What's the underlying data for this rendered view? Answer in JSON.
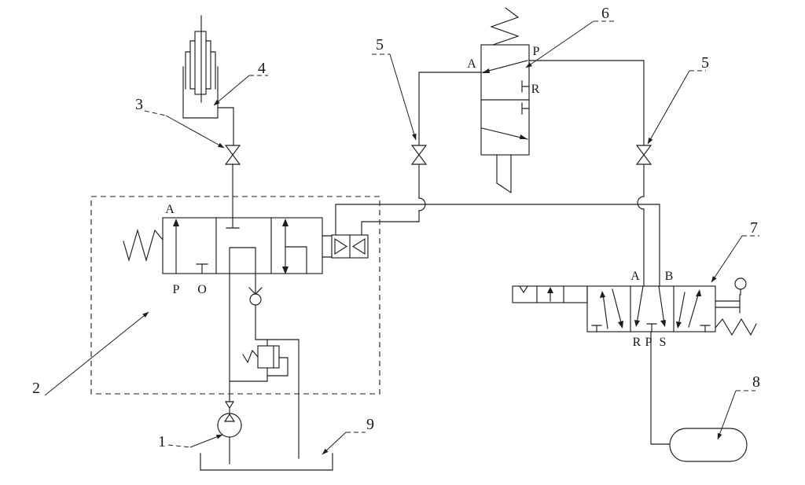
{
  "figure": {
    "colors": {
      "ink": "#1e1e1e",
      "background": "#ffffff"
    },
    "callouts": {
      "c1": "1",
      "c2": "2",
      "c3": "3",
      "c4": "4",
      "c5_left": "5",
      "c5_right": "5",
      "c6": "6",
      "c7": "7",
      "c8": "8",
      "c9": "9"
    },
    "ports": {
      "pilot_valve": {
        "a": "A",
        "p": "P",
        "o": "O"
      },
      "control_valve": {
        "a": "A",
        "p": "P",
        "r": "R"
      },
      "distribution_valve": {
        "a": "A",
        "b": "B",
        "r": "R",
        "p": "P",
        "s": "S"
      }
    }
  }
}
